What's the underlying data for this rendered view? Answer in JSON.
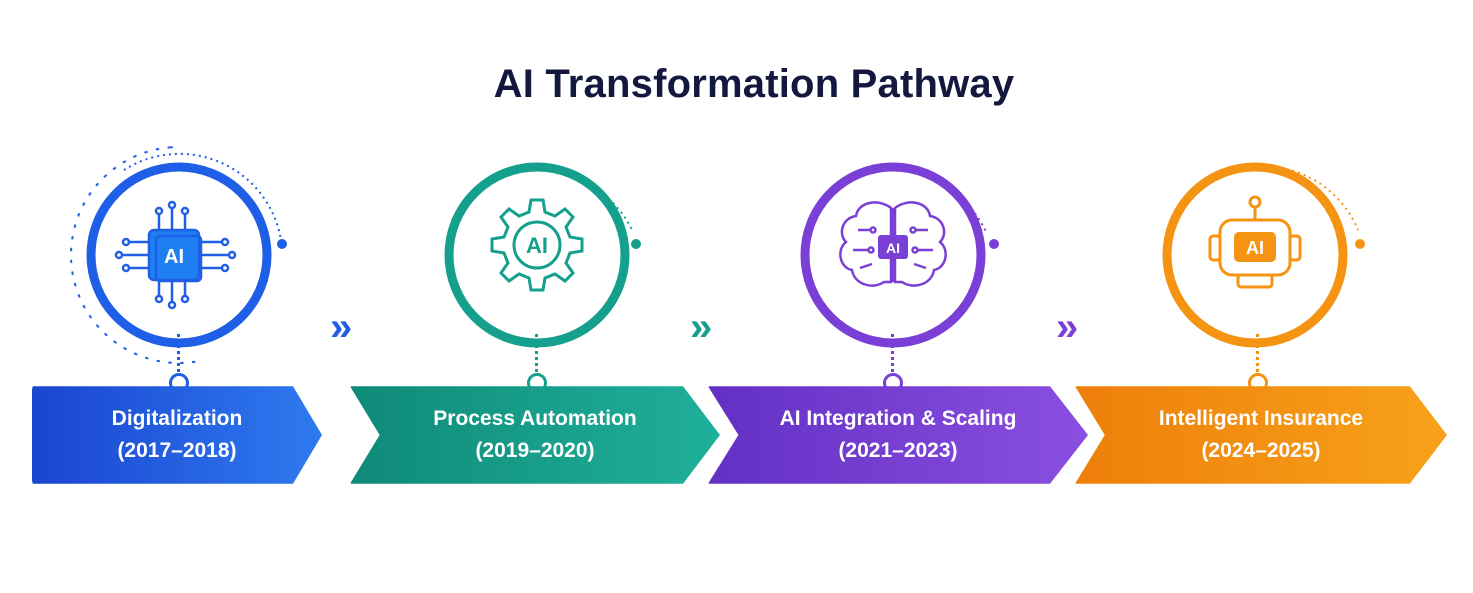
{
  "title": "AI Transformation Pathway",
  "steps": [
    {
      "name": "Digitalization",
      "years": "(2017–2018)",
      "icon": "chip-icon",
      "icon_text": "AI",
      "color": "#1f5ee6",
      "color_dark": "#1a45d0"
    },
    {
      "name": "Process Automation",
      "years": "(2019–2020)",
      "icon": "gear-icon",
      "icon_text": "AI",
      "color": "#14a08c",
      "color_dark": "#0f8a78"
    },
    {
      "name": "AI Integration & Scaling",
      "years": "(2021–2023)",
      "icon": "brain-icon",
      "icon_text": "AI",
      "color": "#7a3fd6",
      "color_dark": "#6330c4"
    },
    {
      "name": "Intelligent Insurance",
      "years": "(2024–2025)",
      "icon": "robot-icon",
      "icon_text": "AI",
      "color": "#f59312",
      "color_dark": "#ee7f0a"
    }
  ],
  "arrow_glyph": "»"
}
